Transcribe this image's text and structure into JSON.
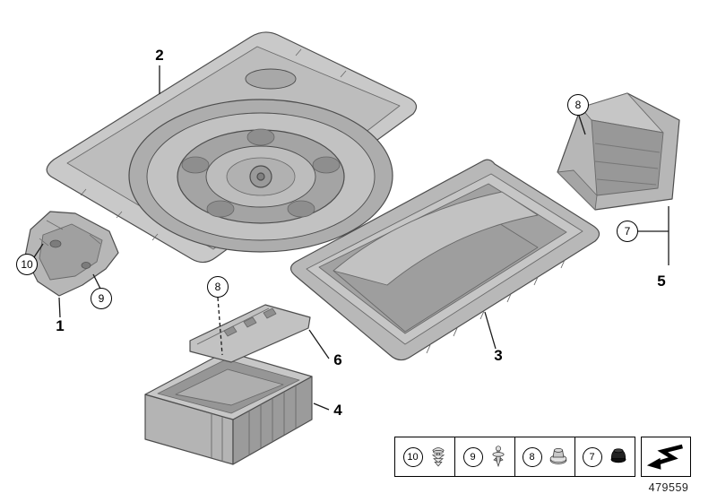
{
  "diagram": {
    "number": "479559"
  },
  "callouts": {
    "n1": "1",
    "n2": "2",
    "n3": "3",
    "n4": "4",
    "n5": "5",
    "n6": "6",
    "n7": "7",
    "n8_top": "8",
    "n8_mid": "8",
    "n9": "9",
    "n10": "10"
  },
  "legend": {
    "items": [
      {
        "label": "10",
        "icon": "expansion-rivet-icon"
      },
      {
        "label": "9",
        "icon": "pin-clip-icon"
      },
      {
        "label": "8",
        "icon": "plastic-nut-icon"
      },
      {
        "label": "7",
        "icon": "blind-plug-icon"
      }
    ],
    "symbol_icon": "fold-arrow-icon"
  },
  "colors": {
    "background": "#ffffff",
    "part_light": "#c9c9c9",
    "part_mid": "#b3b3b3",
    "part_dark": "#979797",
    "outline": "#4d4d4d",
    "legend_border": "#000000"
  }
}
